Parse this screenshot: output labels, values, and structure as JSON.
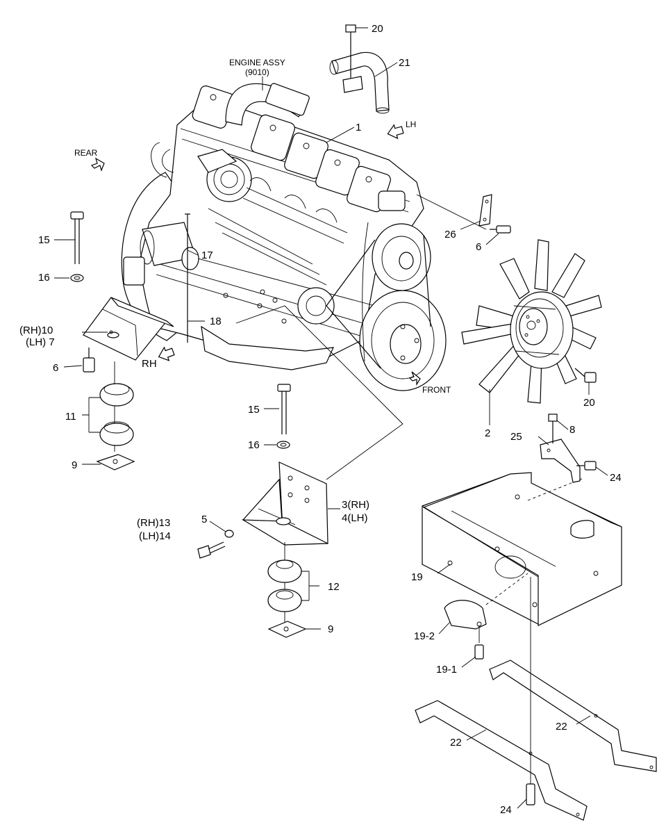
{
  "header": {
    "assembly_name": "ENGINE ASSY",
    "assembly_code": "(9010)"
  },
  "directions": {
    "rear": "REAR",
    "lh": "LH",
    "rh": "RH",
    "front": "FRONT"
  },
  "callouts": {
    "p1": "1",
    "p2": "2",
    "p3": "3(RH)",
    "p4": "4(LH)",
    "p5": "5",
    "p6a": "6",
    "p6b": "6",
    "p7": "(LH) 7",
    "p8": "8",
    "p9a": "9",
    "p9b": "9",
    "p10": "(RH)10",
    "p11": "11",
    "p12": "12",
    "p13": "(RH)13",
    "p14": "(LH)14",
    "p15a": "15",
    "p15b": "15",
    "p16a": "16",
    "p16b": "16",
    "p17": "17",
    "p18": "18",
    "p19": "19",
    "p19_1": "19-1",
    "p19_2": "19-2",
    "p20a": "20",
    "p20b": "20",
    "p21": "21",
    "p22a": "22",
    "p22b": "22",
    "p24a": "24",
    "p24b": "24",
    "p25": "25",
    "p26": "26"
  }
}
